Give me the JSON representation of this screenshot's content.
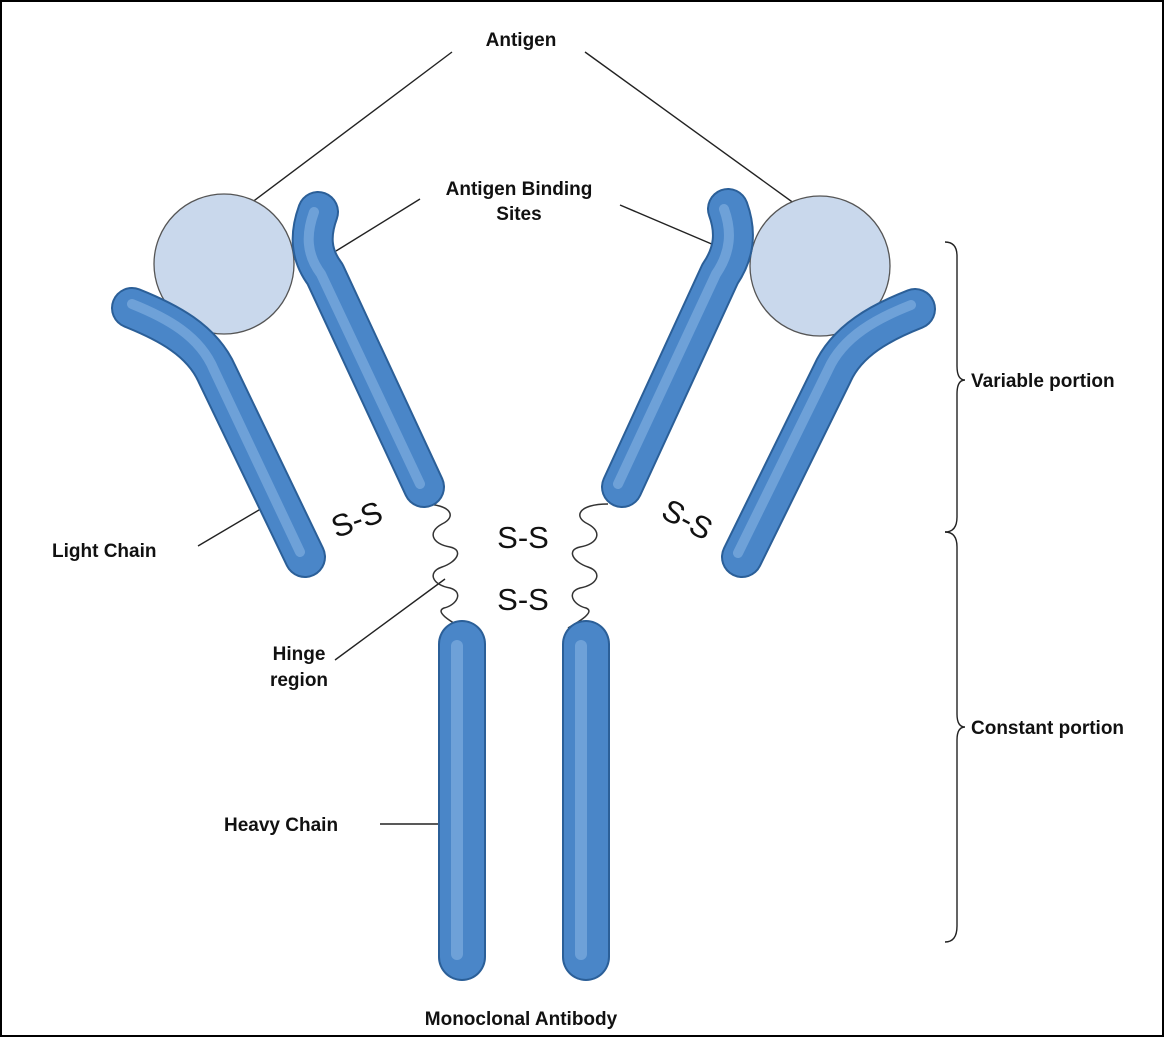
{
  "labels": {
    "antigen": "Antigen",
    "binding_sites_line1": "Antigen Binding",
    "binding_sites_line2": "Sites",
    "variable_portion": "Variable portion",
    "constant_portion": "Constant portion",
    "light_chain": "Light Chain",
    "hinge_line1": "Hinge",
    "hinge_line2": "region",
    "heavy_chain": "Heavy Chain",
    "caption": "Monoclonal Antibody"
  },
  "bonds": {
    "left_light_heavy": "S-S",
    "right_light_heavy": "S-S",
    "hinge_upper": "S-S",
    "hinge_lower": "S-S"
  },
  "colors": {
    "chain_fill": "#4a86c8",
    "chain_outline": "#2b5f98",
    "antigen_fill": "#c9d8ec",
    "border": "#000000"
  }
}
